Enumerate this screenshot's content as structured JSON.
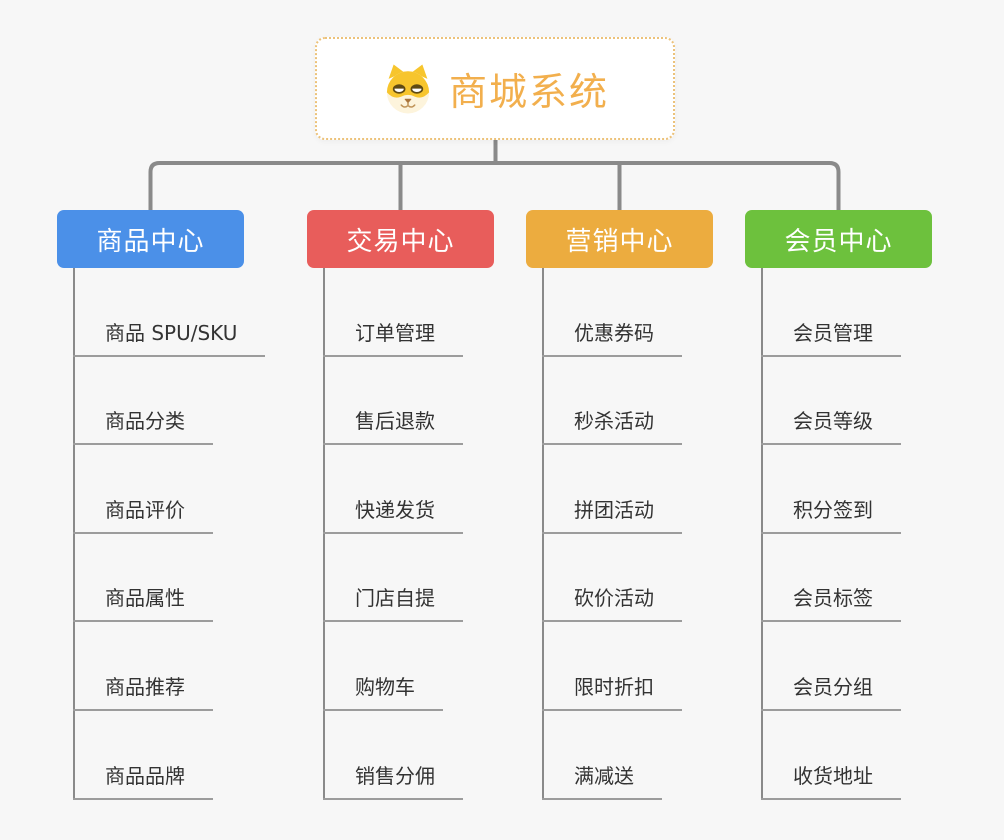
{
  "root": {
    "title": "商城系统",
    "icon": "dog-face-icon",
    "title_color": "#F2AF4D",
    "border_color": "#ECC27A"
  },
  "connector_color": "#8A8A8A",
  "branches": [
    {
      "label": "商品中心",
      "color": "#4B90E8",
      "items": [
        "商品 SPU/SKU",
        "商品分类",
        "商品评价",
        "商品属性",
        "商品推荐",
        "商品品牌"
      ]
    },
    {
      "label": "交易中心",
      "color": "#E85D5B",
      "items": [
        "订单管理",
        "售后退款",
        "快递发货",
        "门店自提",
        "购物车",
        "销售分佣"
      ]
    },
    {
      "label": "营销中心",
      "color": "#ECAC3F",
      "items": [
        "优惠券码",
        "秒杀活动",
        "拼团活动",
        "砍价活动",
        "限时折扣",
        "满减送"
      ]
    },
    {
      "label": "会员中心",
      "color": "#6DC13D",
      "items": [
        "会员管理",
        "会员等级",
        "积分签到",
        "会员标签",
        "会员分组",
        "收货地址"
      ]
    }
  ]
}
